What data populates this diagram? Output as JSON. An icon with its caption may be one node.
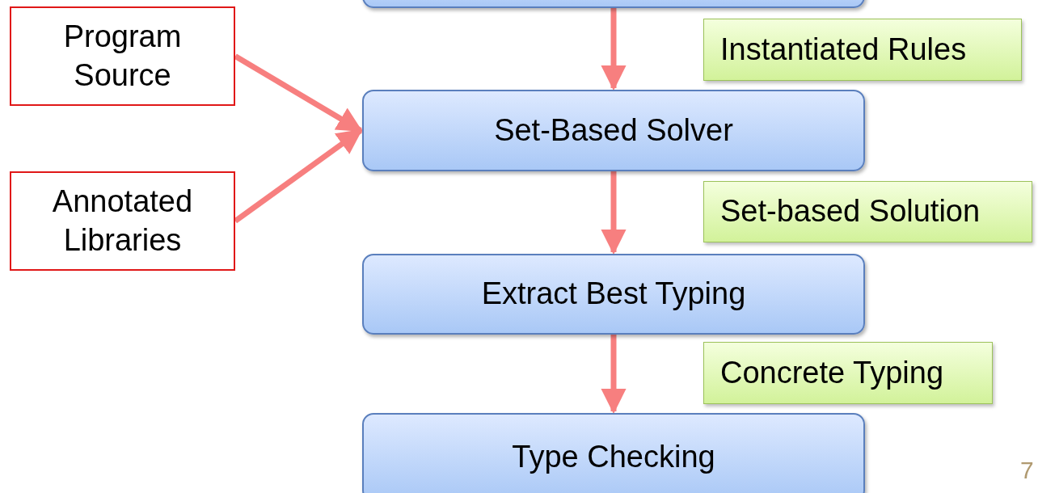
{
  "diagram": {
    "nodes": [
      {
        "text": [],
        "shape": "box"
      },
      {
        "text": [
          "Program Source"
        ]
      },
      {
        "text": [
          "Instantiated Rules"
        ]
      },
      {
        "text": [
          "Set-Based Solver"
        ]
      },
      {
        "text": [
          "Annotated Libraries"
        ]
      },
      {
        "text": [
          "Set-based Solution"
        ]
      },
      {
        "text": [
          "Extract Best Typing"
        ]
      },
      {
        "text": [
          "Concrete Typing"
        ]
      },
      {
        "text": [
          "Type Checking"
        ]
      }
    ],
    "edges": [
      {
        "from": 0,
        "to": 3,
        "arrow": "to"
      },
      {
        "from": 1,
        "to": 3,
        "arrow": "to"
      },
      {
        "from": 4,
        "to": 3,
        "arrow": "to"
      },
      {
        "from": 3,
        "to": 6,
        "arrow": "to"
      },
      {
        "from": 6,
        "to": 8,
        "arrow": "to"
      }
    ],
    "labels": [
      "7"
    ]
  }
}
